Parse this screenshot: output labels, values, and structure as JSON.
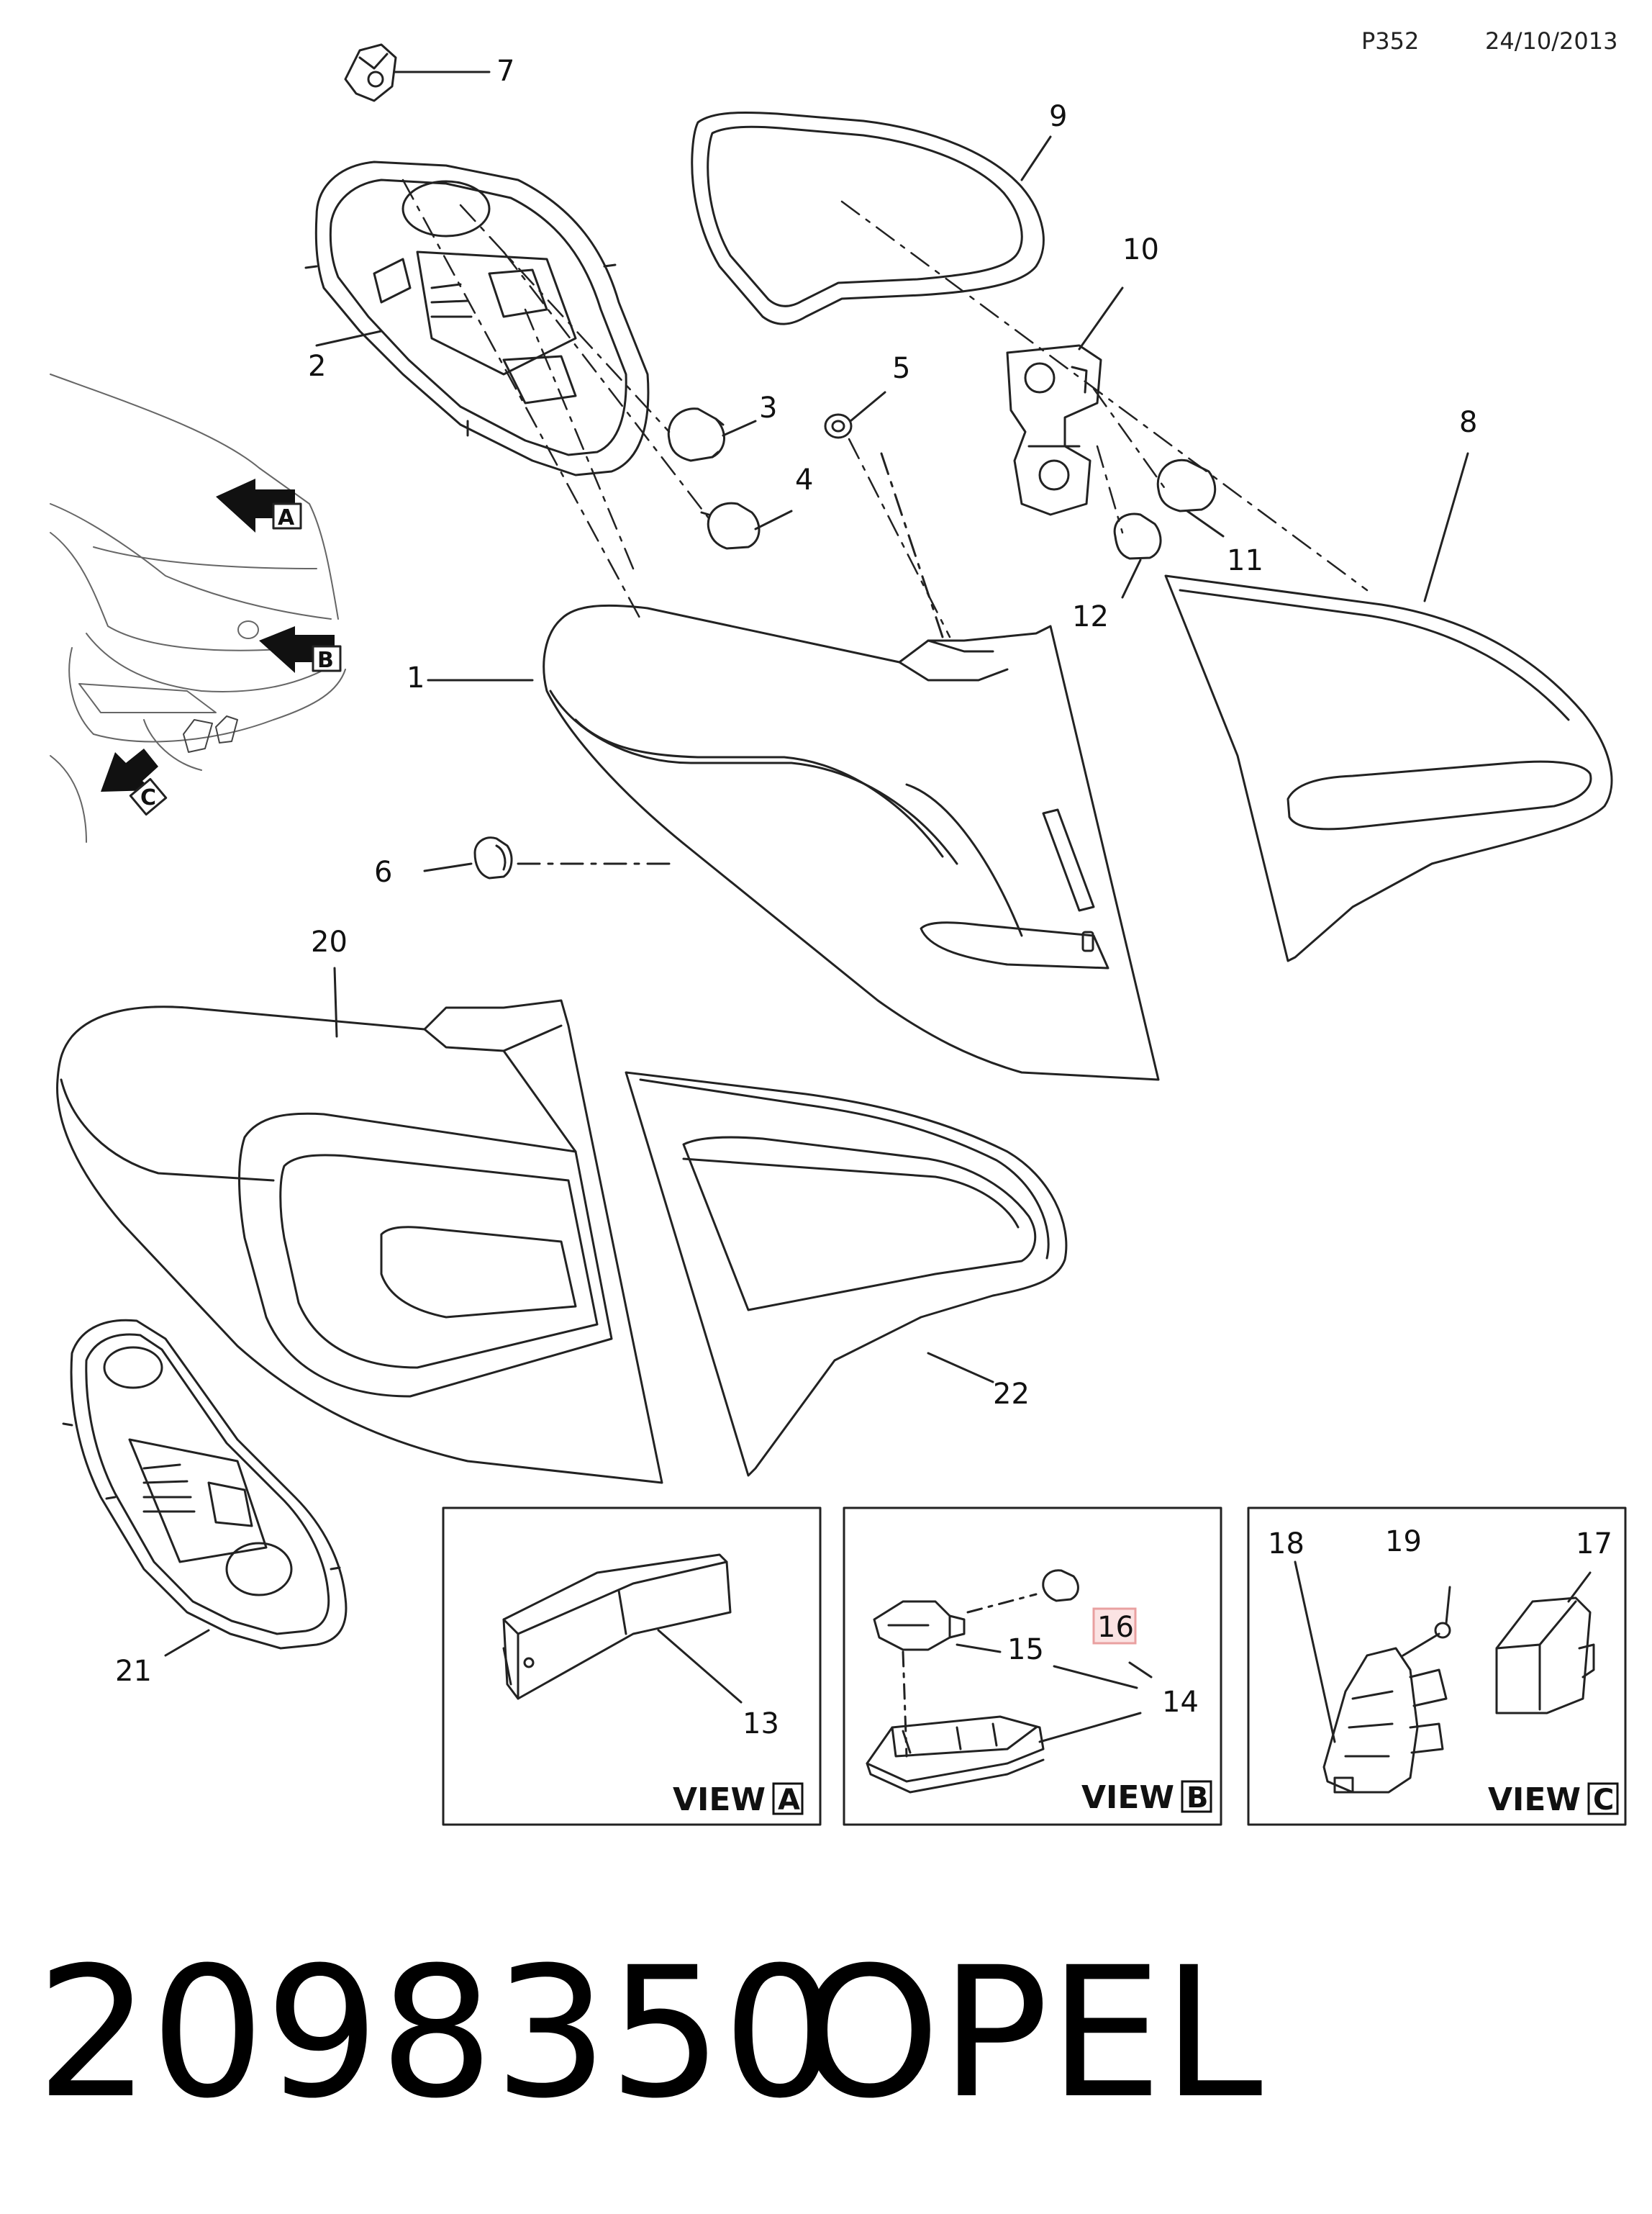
{
  "header": {
    "page_code": "P352",
    "date": "24/10/2013"
  },
  "callouts": [
    "1",
    "2",
    "3",
    "4",
    "5",
    "6",
    "7",
    "8",
    "9",
    "10",
    "11",
    "12",
    "13",
    "14",
    "15",
    "16",
    "17",
    "18",
    "19",
    "20",
    "21",
    "22"
  ],
  "views": {
    "a": {
      "label": "VIEW",
      "letter": "A"
    },
    "b": {
      "label": "VIEW",
      "letter": "B"
    },
    "c": {
      "label": "VIEW",
      "letter": "C"
    }
  },
  "arrows": [
    "A",
    "B",
    "C"
  ],
  "footer": {
    "part_number": "2098350",
    "brand": "OPEL"
  },
  "colors": {
    "highlight_box": "#e9a0a0",
    "highlight_fill": "#fbe3e3",
    "line": "#222222"
  }
}
